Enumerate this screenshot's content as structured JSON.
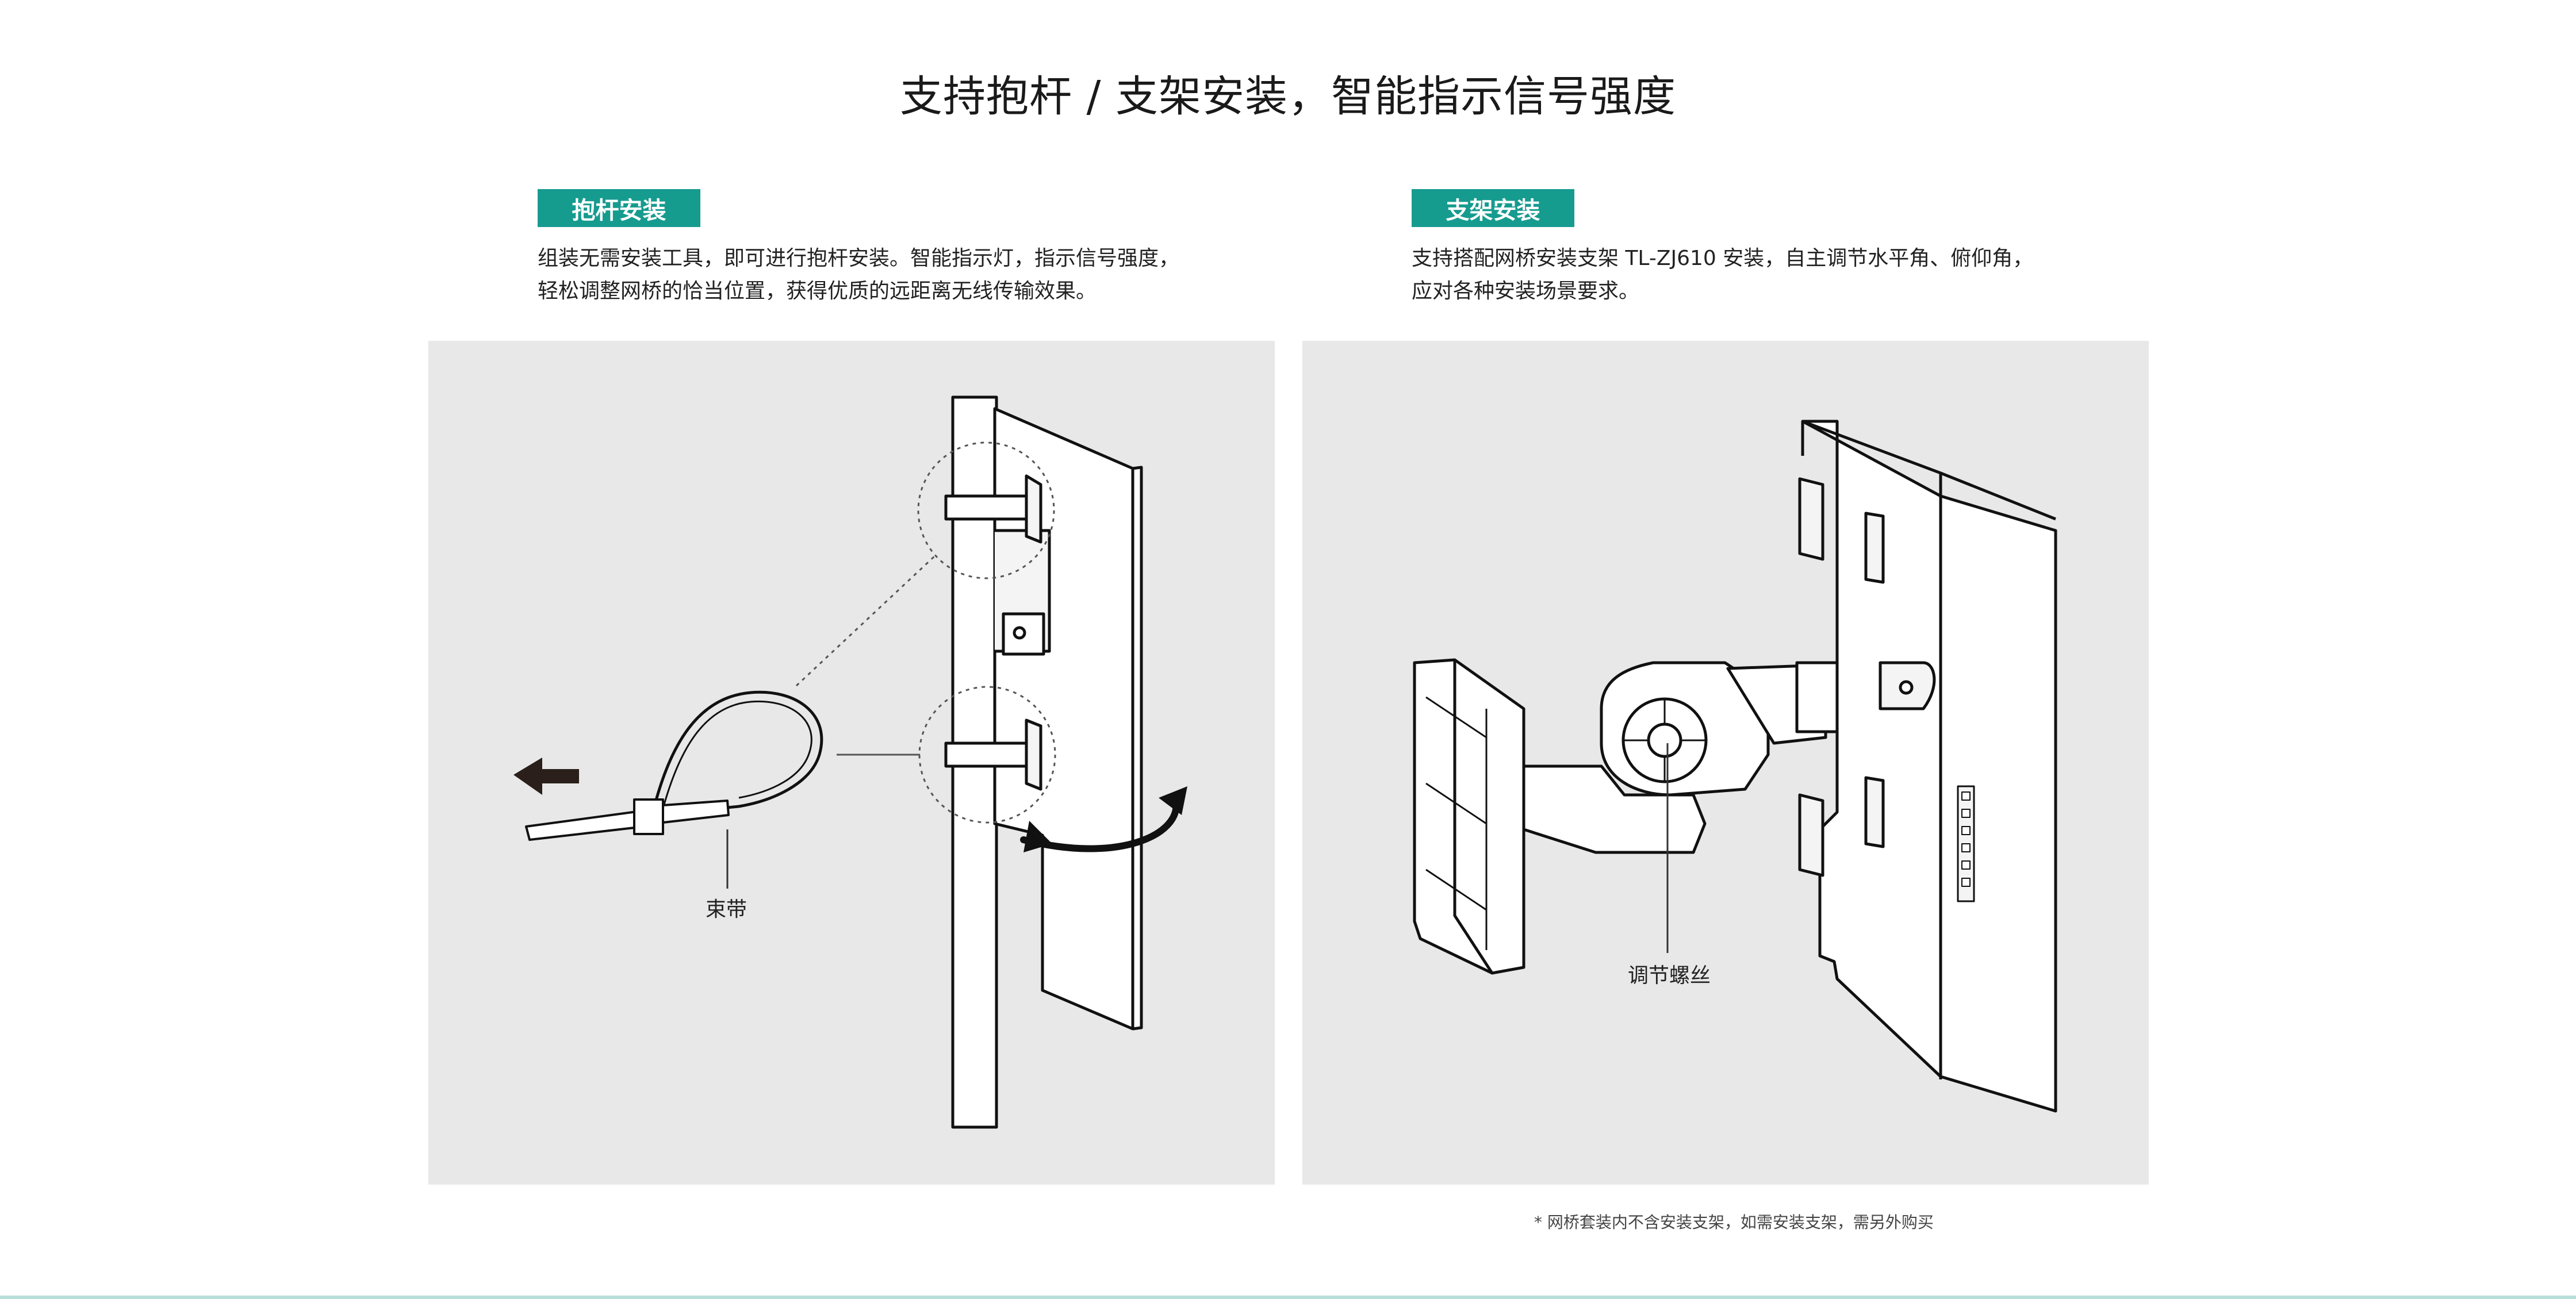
{
  "page": {
    "title": "支持抱杆 / 支架安装，智能指示信号强度",
    "footnote": "* 网桥套装内不含安装支架，如需安装支架，需另外购买"
  },
  "left": {
    "tag": "抱杆安装",
    "desc_lines": [
      "组装无需安装工具，即可进行抱杆安装。智能指示灯，指示信号强度，",
      "轻松调整网桥的恰当位置，获得优质的远距离无线传输效果。"
    ],
    "callout": "束带"
  },
  "right": {
    "tag": "支架安装",
    "desc_lines": [
      "支持搭配网桥安装支架 TL-ZJ610 安装，自主调节水平角、俯仰角，",
      "应对各种安装场景要求。"
    ],
    "callout": "调节螺丝"
  },
  "colors": {
    "accent": "#169b8f",
    "panel_bg": "#e8e8e8",
    "bottom_line": "#b9dfda"
  }
}
